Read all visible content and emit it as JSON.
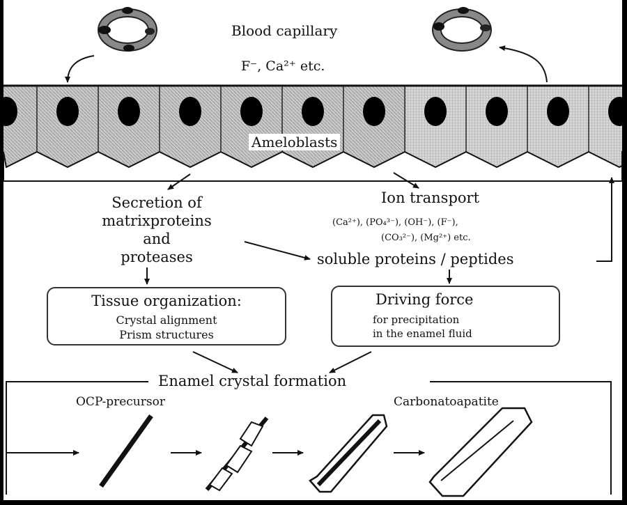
{
  "blood_capillary": "Blood capillary",
  "ions_top": "F⁻, Ca²⁺ etc.",
  "ameloblasts": "Ameloblasts",
  "secretion": {
    "line1": "Secretion of",
    "line2": "matrixproteins",
    "line3": "and",
    "line4": "proteases"
  },
  "ion_transport": {
    "title": "Ion  transport",
    "ions_line1": "(Ca²⁺), (PO₄³⁻), (OH⁻), (F⁻),",
    "ions_line2": "(CO₃²⁻), (Mg²⁺) etc."
  },
  "soluble": "soluble proteins  /  peptides",
  "tissue_box": {
    "title": "Tissue organization:",
    "line1": "Crystal alignment",
    "line2": "Prism structures"
  },
  "driving_box": {
    "title": "Driving force",
    "line1": "for precipitation",
    "line2": "in the enamel fluid"
  },
  "enamel_title": "Enamel crystal formation",
  "ocp_label": "OCP-precursor",
  "carbonato_label": "Carbonatoapatite"
}
